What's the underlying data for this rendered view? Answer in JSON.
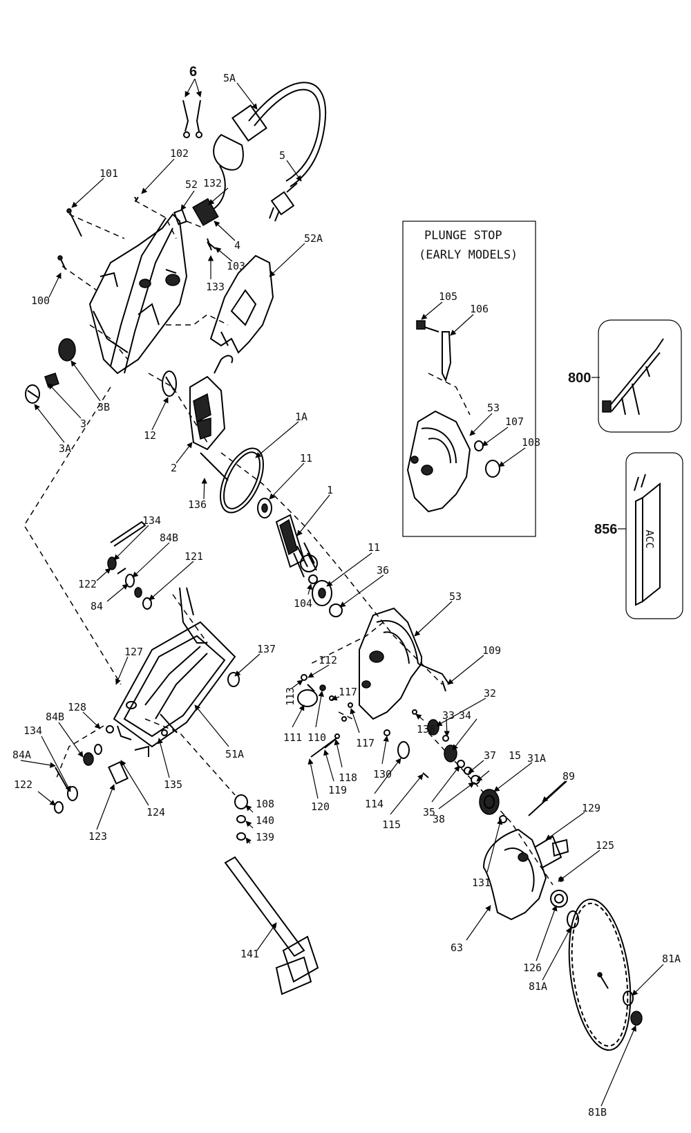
{
  "inset": {
    "title_line1": "PLUNGE STOP",
    "title_line2": "(EARLY MODELS)"
  },
  "accessory_card": {
    "label": "ACC"
  },
  "callouts": [
    "6",
    "5A",
    "5",
    "102",
    "101",
    "52",
    "132",
    "4",
    "103",
    "133",
    "52A",
    "100",
    "3B",
    "3",
    "3A",
    "12",
    "2",
    "1A",
    "11",
    "136",
    "1",
    "134",
    "84B",
    "122",
    "84",
    "121",
    "11",
    "36",
    "104",
    "137",
    "127",
    "112",
    "113",
    "111",
    "110",
    "117",
    "117",
    "118",
    "119",
    "120",
    "53",
    "109",
    "32",
    "138",
    "33",
    "34",
    "130",
    "114",
    "115",
    "35",
    "37",
    "15",
    "31A",
    "38",
    "89",
    "129",
    "125",
    "131",
    "63",
    "128",
    "84B",
    "84A",
    "134",
    "122",
    "51A",
    "135",
    "124",
    "123",
    "108",
    "140",
    "139",
    "141",
    "126",
    "81A",
    "81A",
    "81B",
    "105",
    "106",
    "53",
    "107",
    "108",
    "800",
    "856"
  ]
}
